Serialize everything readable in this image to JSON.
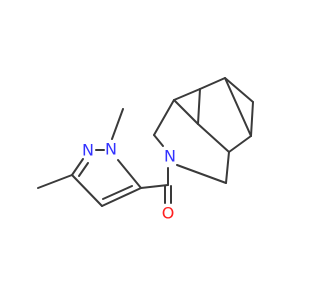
{
  "molecule": {
    "atoms": [
      {
        "id": "N1",
        "symbol": "N"
      },
      {
        "id": "N2",
        "symbol": "N"
      },
      {
        "id": "N3",
        "symbol": "N"
      },
      {
        "id": "O1",
        "symbol": "O"
      }
    ],
    "colors": {
      "bond": "#3a3a3a",
      "nitrogen": "#3333ff",
      "oxygen": "#ff2020",
      "background": "#ffffff"
    }
  }
}
